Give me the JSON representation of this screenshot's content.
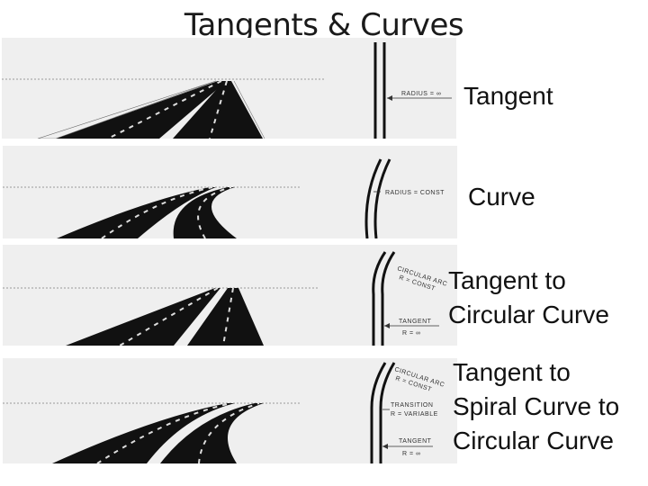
{
  "slide": {
    "title": "Tangents & Curves",
    "rows": [
      {
        "label_lines": [
          "Tangent"
        ],
        "annotations": [
          "RADIUS = ∞"
        ]
      },
      {
        "label_lines": [
          "Curve"
        ],
        "annotations": [
          "RADIUS = CONST"
        ]
      },
      {
        "label_lines": [
          "Tangent to",
          "Circular Curve"
        ],
        "annotations": [
          "CIRCULAR ARC",
          "R = CONST",
          "TANGENT",
          "R = ∞"
        ]
      },
      {
        "label_lines": [
          "Tangent to",
          "Spiral Curve to",
          "Circular Curve"
        ],
        "annotations": [
          "CIRCULAR ARC",
          "R = CONST",
          "TRANSITION",
          "R = VARIABLE",
          "TANGENT",
          "R = ∞"
        ]
      }
    ]
  }
}
